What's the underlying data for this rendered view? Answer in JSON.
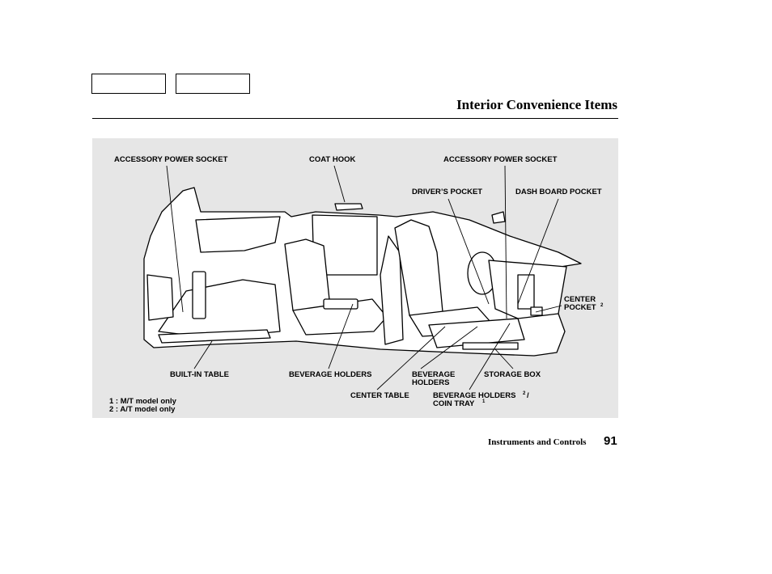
{
  "header": {
    "title": "Interior Convenience Items"
  },
  "labels": {
    "accessory_power_socket_left": "ACCESSORY POWER SOCKET",
    "coat_hook": "COAT HOOK",
    "accessory_power_socket_right": "ACCESSORY POWER SOCKET",
    "drivers_pocket": "DRIVER’S POCKET",
    "dash_board_pocket": "DASH BOARD POCKET",
    "center_pocket_1": "CENTER",
    "center_pocket_2": "POCKET",
    "center_pocket_sup": "2",
    "built_in_table": "BUILT-IN TABLE",
    "beverage_holders": "BEVERAGE HOLDERS",
    "beverage_holders_front_1": "BEVERAGE",
    "beverage_holders_front_2": "HOLDERS",
    "storage_box": "STORAGE BOX",
    "center_table": "CENTER TABLE",
    "beverage_holders_coin_1": "BEVERAGE HOLDERS",
    "beverage_holders_coin_sup": "2",
    "beverage_holders_coin_slash": "/",
    "beverage_holders_coin_2": "COIN TRAY",
    "beverage_holders_coin_sup2": "1"
  },
  "notes": [
    "1 : M/T model only",
    "2 : A/T model only"
  ],
  "footer": {
    "section": "Instruments and Controls",
    "page": "91"
  }
}
